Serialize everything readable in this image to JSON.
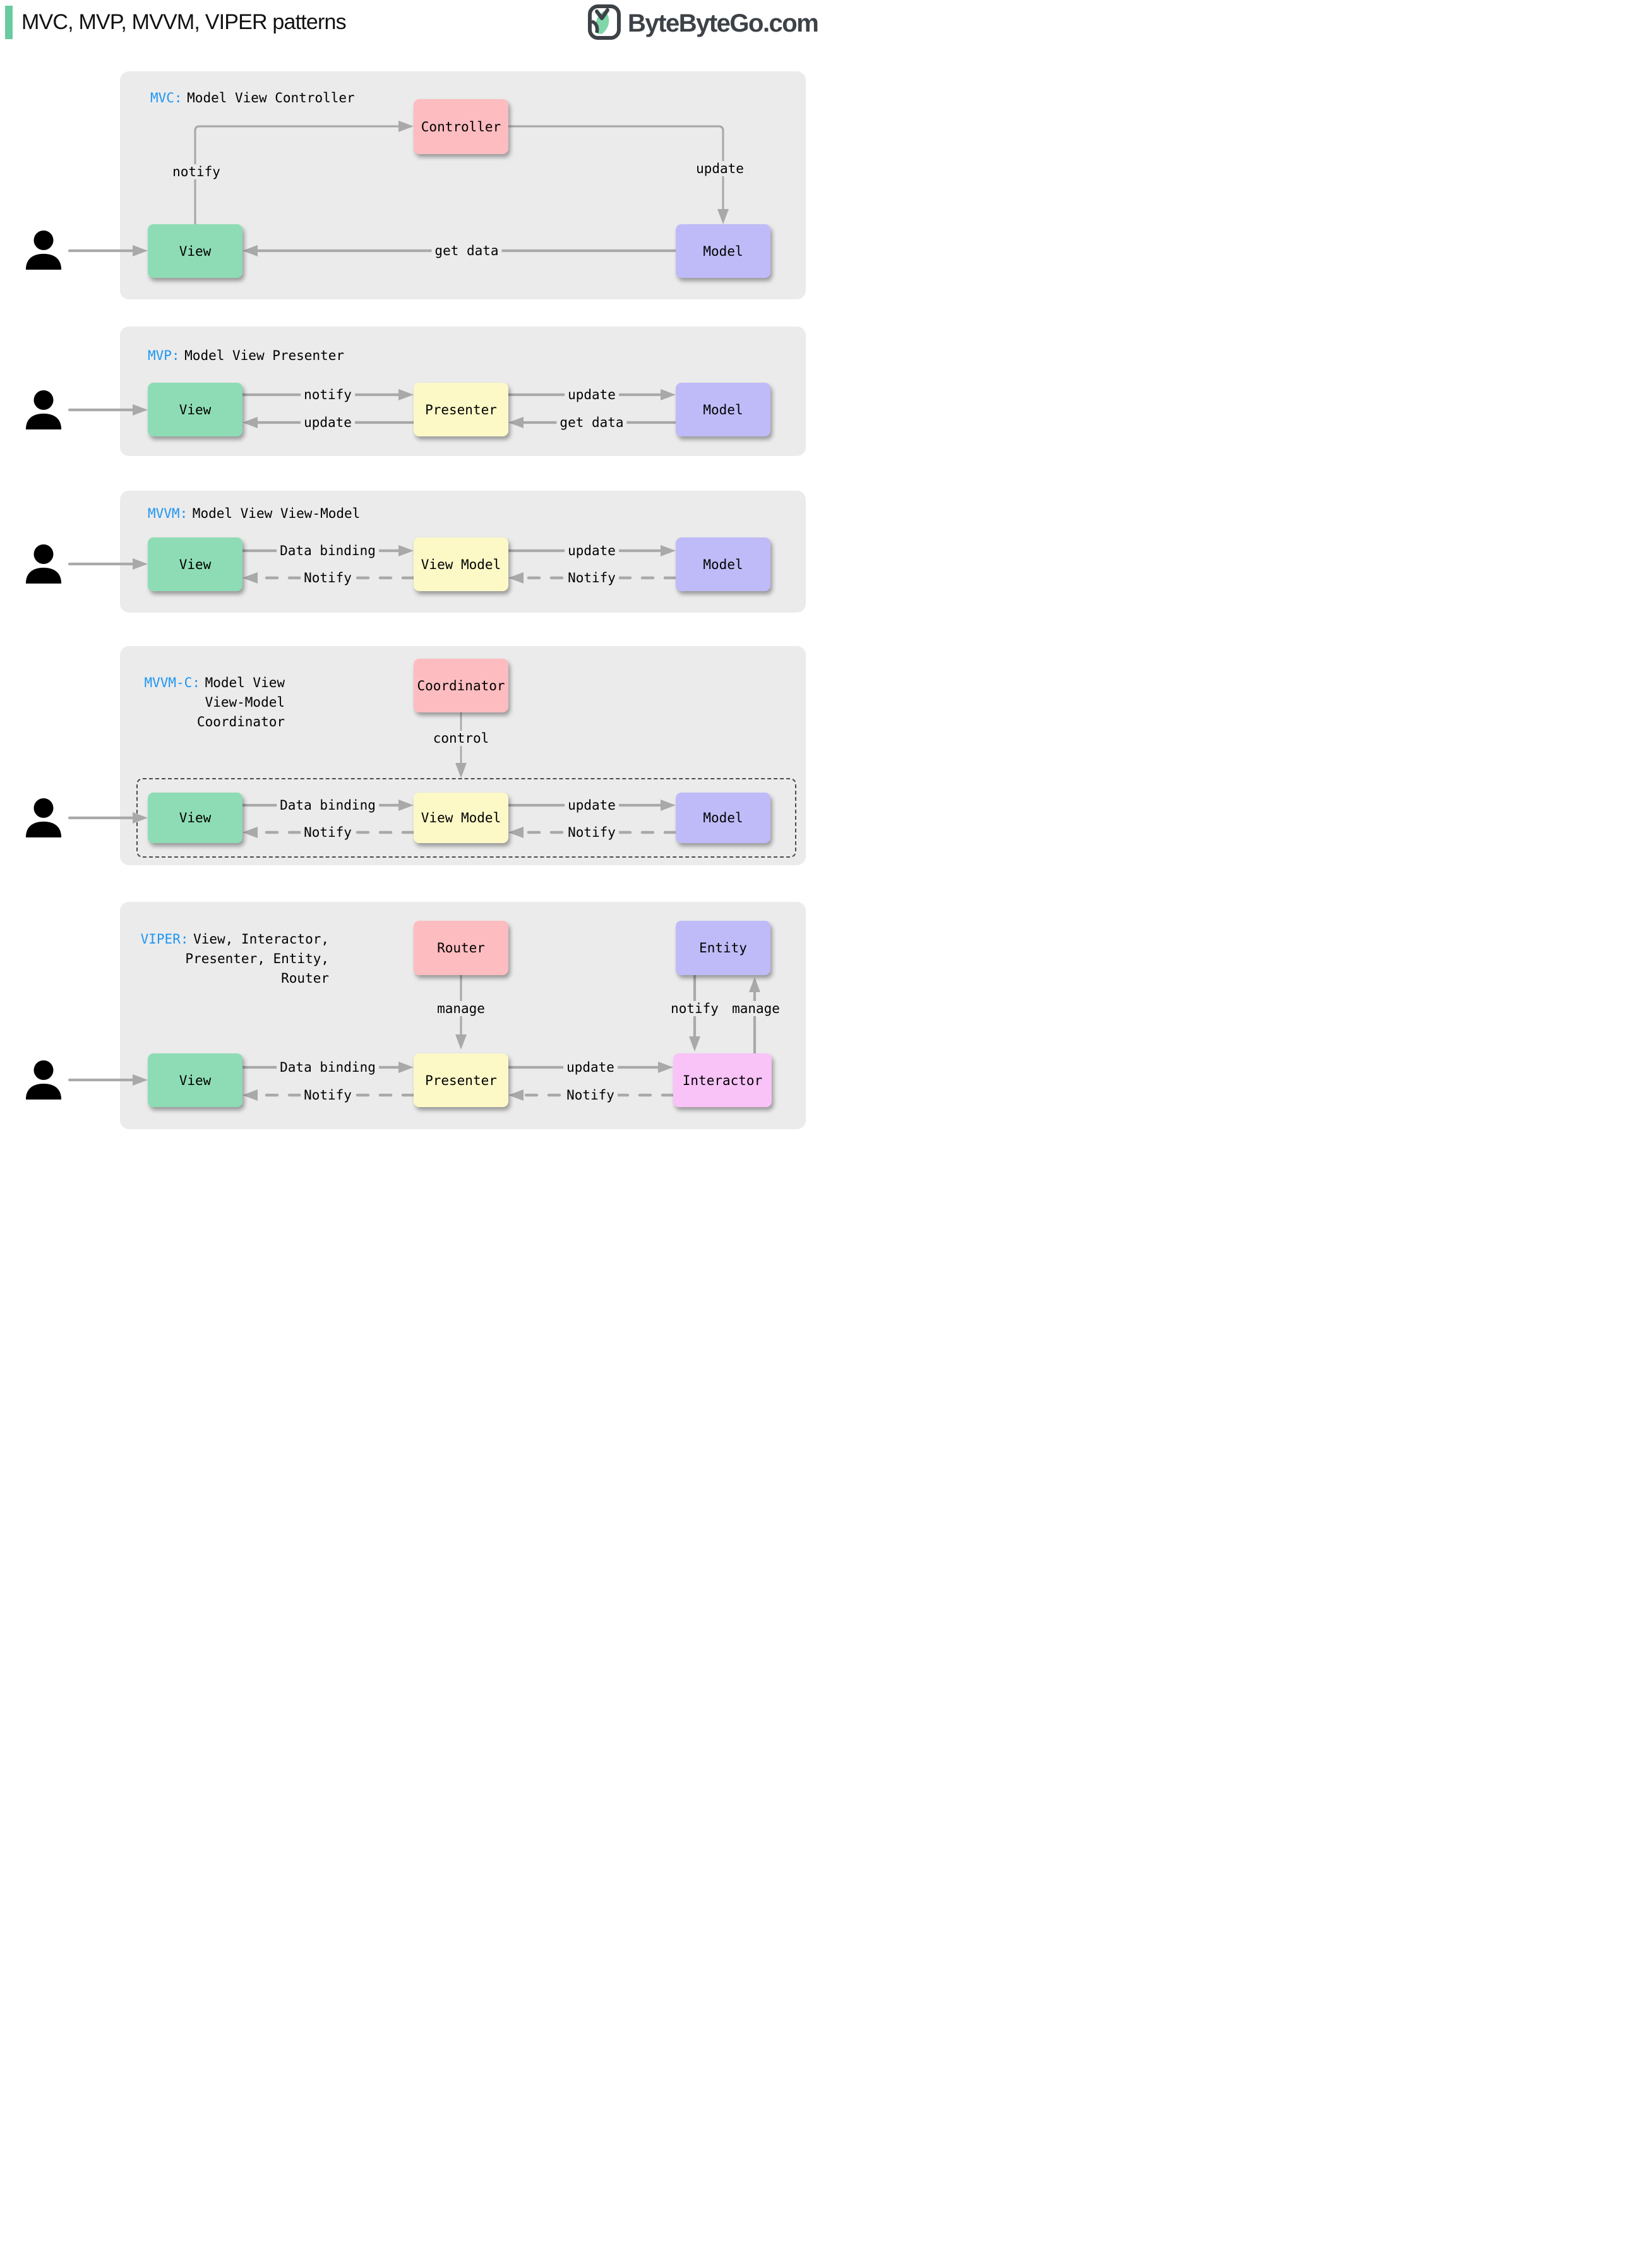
{
  "header": {
    "title": "MVC, MVP, MVVM, VIPER patterns",
    "brand": "ByteByteGo.com"
  },
  "colors": {
    "accent": "#69cb9f",
    "tag_blue": "#1e96f3",
    "panel_bg": "#ebebeb",
    "arrow_gray": "#a9a9a9",
    "box_green": "#8edcb5",
    "box_pink": "#fdbcc0",
    "box_yellow": "#fcf9c7",
    "box_purple": "#bfbbf8",
    "box_magenta": "#f9c3f8",
    "logo_dark": "#3d4247"
  },
  "mvc": {
    "tag": "MVC:",
    "title": "Model View Controller",
    "boxes": {
      "controller": "Controller",
      "view": "View",
      "model": "Model"
    },
    "labels": {
      "notify": "notify",
      "update": "update",
      "get_data": "get data"
    }
  },
  "mvp": {
    "tag": "MVP:",
    "title": "Model View Presenter",
    "boxes": {
      "view": "View",
      "presenter": "Presenter",
      "model": "Model"
    },
    "labels": {
      "notify": "notify",
      "update_to_model": "update",
      "update_to_view": "update",
      "get_data": "get data"
    }
  },
  "mvvm": {
    "tag": "MVVM:",
    "title": "Model View View-Model",
    "boxes": {
      "view": "View",
      "view_model": "View Model",
      "model": "Model"
    },
    "labels": {
      "data_binding": "Data binding",
      "update": "update",
      "notify_view": "Notify",
      "notify_vm": "Notify"
    }
  },
  "mvvmc": {
    "tag": "MVVM-C:",
    "title": "Model View\nView-Model\nCoordinator",
    "boxes": {
      "coordinator": "Coordinator",
      "view": "View",
      "view_model": "View Model",
      "model": "Model"
    },
    "labels": {
      "control": "control",
      "data_binding": "Data binding",
      "update": "update",
      "notify_view": "Notify",
      "notify_vm": "Notify"
    }
  },
  "viper": {
    "tag": "VIPER:",
    "title": "View, Interactor,\nPresenter, Entity,\nRouter",
    "boxes": {
      "router": "Router",
      "entity": "Entity",
      "view": "View",
      "presenter": "Presenter",
      "interactor": "Interactor"
    },
    "labels": {
      "manage_router": "manage",
      "notify_entity": "notify",
      "manage_entity": "manage",
      "data_binding": "Data binding",
      "update": "update",
      "notify_view": "Notify",
      "notify_presenter": "Notify"
    }
  }
}
